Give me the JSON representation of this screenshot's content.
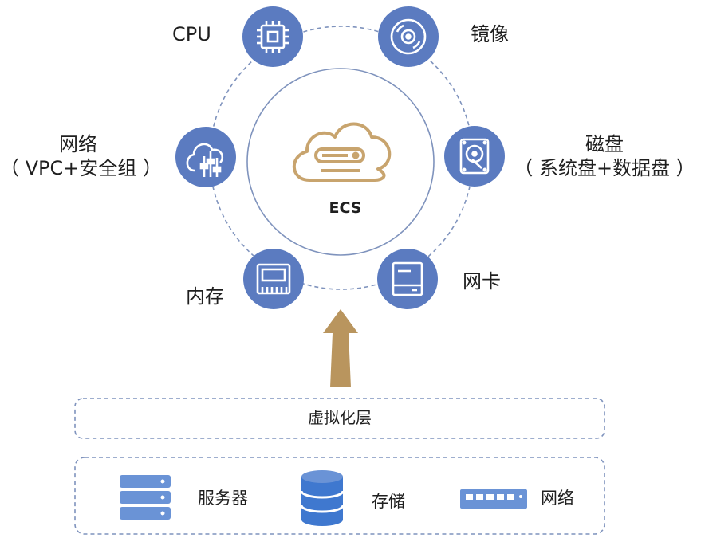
{
  "center": {
    "label": "ECS"
  },
  "components": {
    "cpu": "CPU",
    "image": "镜像",
    "network_line1": "网络",
    "network_line2": "（ VPC+安全组 ）",
    "disk_line1": "磁盘",
    "disk_line2": "（ 系统盘+数据盘 ）",
    "memory": "内存",
    "nic": "网卡"
  },
  "virtualization_layer": {
    "label": "虚拟化层"
  },
  "infrastructure": {
    "server": "服务器",
    "storage": "存储",
    "network": "网络"
  },
  "colors": {
    "icon_circle": "#5b7bc0",
    "dashed_line": "#7f93bd",
    "cloud": "#c8a46e",
    "arrow": "#b9955e",
    "server": "#6a93d6",
    "storage": "#3f78cf",
    "switch": "#6a93d6"
  }
}
